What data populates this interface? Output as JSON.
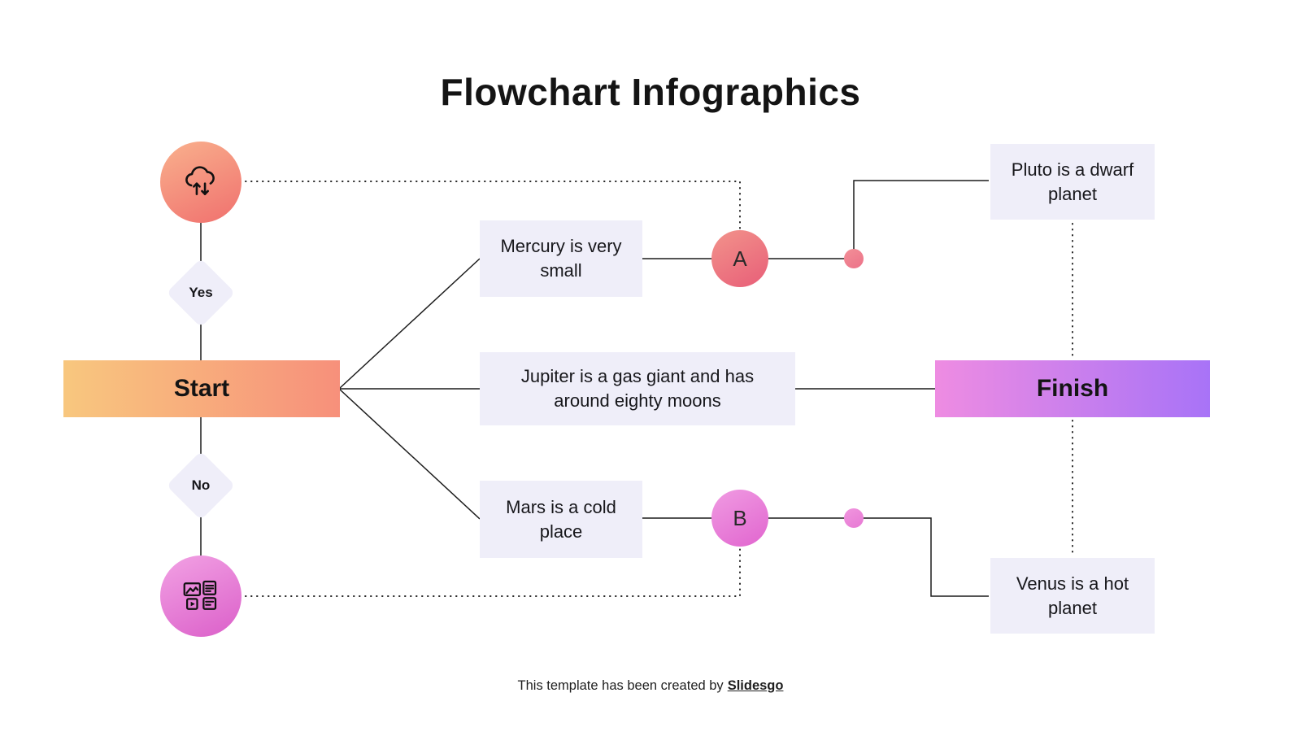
{
  "title": "Flowchart Infographics",
  "flow": {
    "start": "Start",
    "finish": "Finish",
    "yes": "Yes",
    "no": "No",
    "node_a": "A",
    "node_b": "B"
  },
  "boxes": {
    "mercury": "Mercury is very small",
    "jupiter": "Jupiter is a gas giant and has around eighty moons",
    "mars": "Mars is a cold place",
    "pluto": "Pluto is a dwarf planet",
    "venus": "Venus is a hot planet"
  },
  "footer": {
    "text": "This template has been created by",
    "brand": "Slidesgo"
  },
  "icons": {
    "top_circle": "cloud-data-icon",
    "bottom_circle": "infographic-slides-icon"
  },
  "colors": {
    "start_gradient": [
      "#f8c77e",
      "#f7907b"
    ],
    "finish_gradient": [
      "#ee8ce2",
      "#a873f7"
    ],
    "top_circle_gradient": [
      "#f9b18d",
      "#f0706e"
    ],
    "bottom_circle_gradient": [
      "#f2a2e4",
      "#db5fc9"
    ],
    "circle_a_gradient": [
      "#f2938b",
      "#e85e78"
    ],
    "circle_b_gradient": [
      "#f09be2",
      "#e165cf"
    ],
    "box_background": "#efeef9",
    "line_color": "#1c1c1c",
    "text_color": "#17171b"
  }
}
